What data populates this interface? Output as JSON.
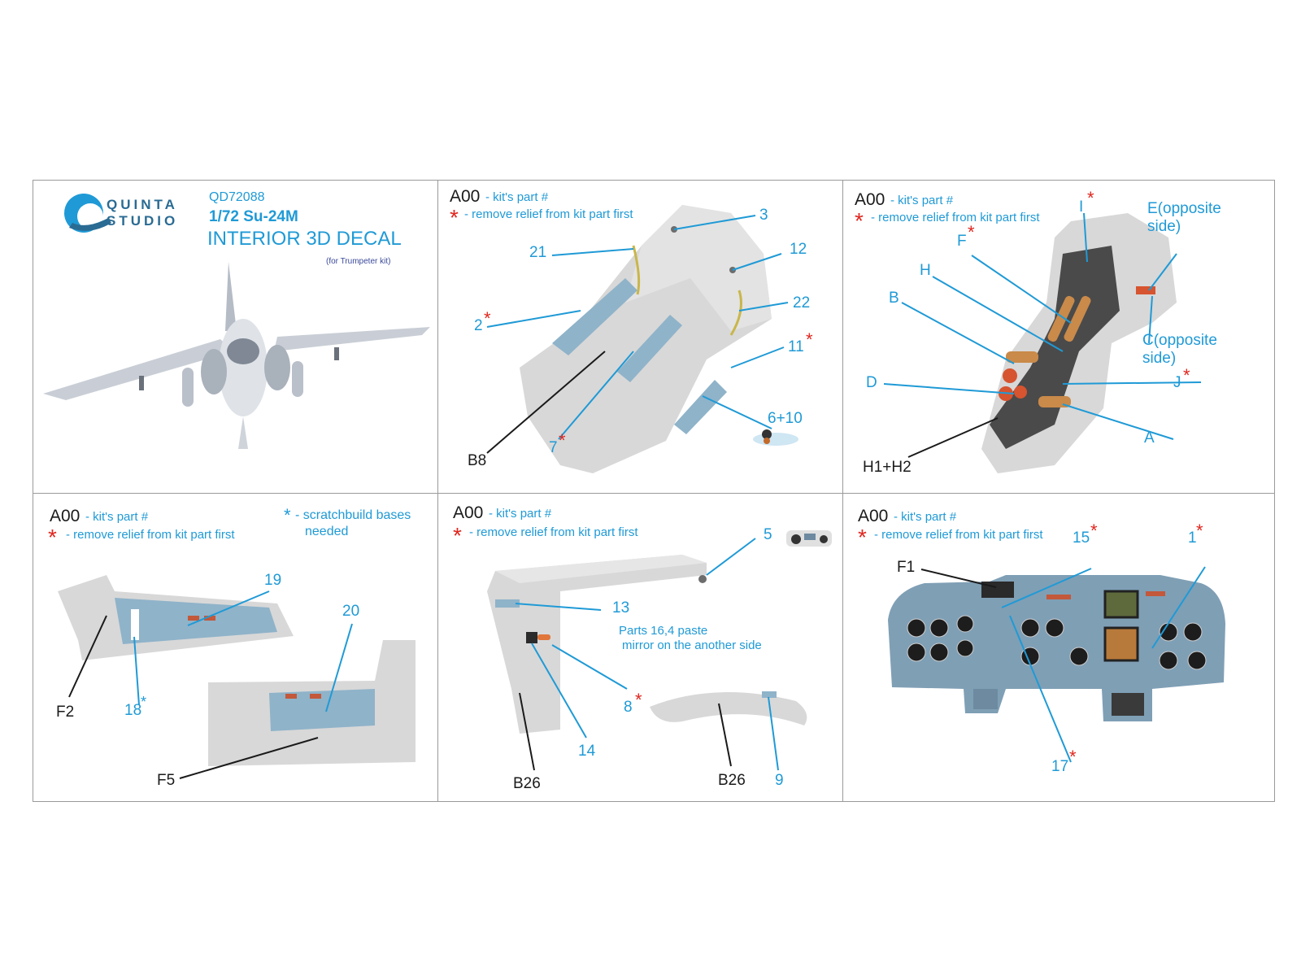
{
  "brand": {
    "line1": "QUINTA",
    "line2": "STUDIO"
  },
  "product": {
    "code": "QD72088",
    "scale_model": "1/72 Su-24M",
    "title": "INTERIOR 3D DECAL",
    "note": "(for Trumpeter kit)"
  },
  "legend": {
    "code": "A00",
    "code_desc": "- kit's part #",
    "star": "*",
    "star_desc": "- remove relief from kit part first",
    "scratch_star": "*",
    "scratch_desc_line1": "- scratchbuild bases",
    "scratch_desc_line2": "needed"
  },
  "panels": {
    "cockpit_tub": {
      "labels": {
        "l3": "3",
        "l21": "21",
        "l12": "12",
        "l22": "22",
        "l2": "2",
        "l11": "11",
        "l7": "7",
        "l6_10": "6+10",
        "b8": "B8"
      }
    },
    "seat": {
      "labels": {
        "i": "I",
        "e": "E(opposite",
        "e2": "side)",
        "f": "F",
        "h": "H",
        "b": "B",
        "c": "C(opposite",
        "c2": "side)",
        "d": "D",
        "j": "J",
        "a": "A",
        "h1h2": "H1+H2"
      }
    },
    "side_consoles": {
      "labels": {
        "l19": "19",
        "l20": "20",
        "l18": "18",
        "f2": "F2",
        "f5": "F5"
      }
    },
    "canopy": {
      "labels": {
        "l5": "5",
        "l13": "13",
        "note1": "Parts 16,4 paste",
        "note2": "mirror on the another side",
        "l8": "8",
        "l14": "14",
        "b26a": "B26",
        "b26b": "B26",
        "l9": "9"
      }
    },
    "dashboard": {
      "labels": {
        "l15": "15",
        "l1": "1",
        "f1": "F1",
        "l17": "17"
      }
    }
  },
  "colors": {
    "accent": "#1f9ad6",
    "star": "#e0261e",
    "text": "#1a1a1a",
    "grey_part": "#d8d8d8",
    "decal_blue": "#8fb3c9"
  }
}
